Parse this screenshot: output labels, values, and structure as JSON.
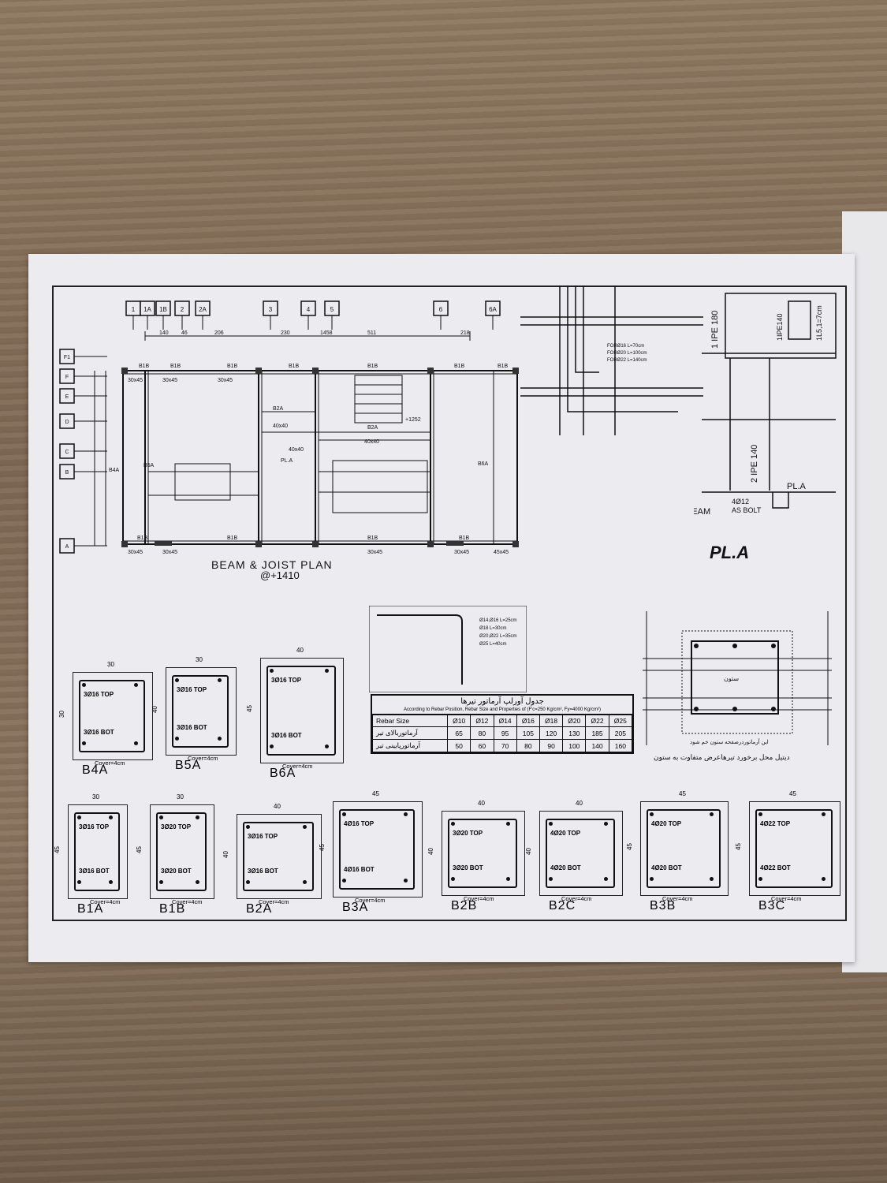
{
  "plan": {
    "title": "BEAM & JOIST PLAN",
    "elevation": "@+1410",
    "axes_top": [
      "1",
      "1A",
      "1B",
      "2",
      "2A",
      "3",
      "4",
      "5",
      "6",
      "6A"
    ],
    "axes_left": [
      "F1",
      "F",
      "E",
      "D",
      "C",
      "B",
      "A"
    ],
    "dims_top": [
      "140",
      "46",
      "206",
      "230",
      "1458",
      "511",
      "218"
    ],
    "beam_labels": [
      "B1B",
      "B1B",
      "B1B",
      "B1B",
      "B1B",
      "B1B",
      "B1B",
      "B2A",
      "B2A",
      "B1B",
      "B1B",
      "B1B",
      "B1B"
    ],
    "sizes": [
      "30x45",
      "30x45",
      "30x45",
      "40x40",
      "40x40",
      "40x40",
      "30x45",
      "30x45",
      "30x45",
      "30x45",
      "45x45"
    ],
    "misc": [
      "PL.A",
      "+1252",
      "B4A",
      "B6A",
      "B5A"
    ]
  },
  "detail_pla": {
    "title": "PL.A",
    "labels": {
      "ipe180": "1 IPE 180",
      "ipe140": "1IPE140",
      "l": "1L5,1=7cm",
      "ipe140b": "2 IPE 140",
      "pla": "PL.A",
      "beam": "BEAM",
      "bolt1": "4Ø12",
      "bolt2": "AS BOLT"
    },
    "for_lines": [
      "FORØ16 L=70cm",
      "FORØ20 L=100cm",
      "FORØ22 L=140cm"
    ]
  },
  "bend": {
    "lines": [
      "Ø14,Ø16 L=25cm",
      "Ø18 L=30cm",
      "Ø20,Ø22 L=35cm",
      "Ø25 L=40cm"
    ]
  },
  "rebar_table": {
    "title": "جدول آورلپ آرماتور تیرها",
    "subtitle": "According to Rebar Position, Rebar Size and Properties of (F'c=250 Kg/cm², Fy=4000 Kg/cm²)",
    "header": [
      "Rebar Size",
      "Ø10",
      "Ø12",
      "Ø14",
      "Ø16",
      "Ø18",
      "Ø20",
      "Ø22",
      "Ø25"
    ],
    "rows": [
      {
        "label": "آرماتوربالای تیر",
        "values": [
          "65",
          "80",
          "95",
          "105",
          "120",
          "130",
          "185",
          "205"
        ]
      },
      {
        "label": "آرماتورپایینی تیر",
        "values": [
          "50",
          "60",
          "70",
          "80",
          "90",
          "100",
          "140",
          "160"
        ]
      }
    ]
  },
  "column_detail": {
    "label": "ستون",
    "caption": "دیتیل محل برخورد تیرهاعرض متفاوت به ستون",
    "note": "این آرماتوردرصفحه ستون خم شود"
  },
  "sections_row1": [
    {
      "name": "B4A",
      "w": "30",
      "h": "30",
      "top": "3Ø16 TOP",
      "bot": "3Ø16 BOT",
      "cover": "Cover=4cm"
    },
    {
      "name": "B5A",
      "w": "30",
      "h": "40",
      "top": "3Ø16 TOP",
      "bot": "3Ø16 BOT",
      "cover": "Cover=4cm"
    },
    {
      "name": "B6A",
      "w": "40",
      "h": "45",
      "top": "3Ø16 TOP",
      "bot": "3Ø16 BOT",
      "cover": "Cover=4cm"
    }
  ],
  "sections_row2": [
    {
      "name": "B1A",
      "w": "30",
      "h": "45",
      "top": "3Ø16 TOP",
      "bot": "3Ø16 BOT",
      "cover": "Cover=4cm"
    },
    {
      "name": "B1B",
      "w": "30",
      "h": "45",
      "top": "3Ø20 TOP",
      "bot": "3Ø20 BOT",
      "cover": "Cover=4cm"
    },
    {
      "name": "B2A",
      "w": "40",
      "h": "40",
      "top": "3Ø16 TOP",
      "bot": "3Ø16 BOT",
      "cover": "Cover=4cm"
    },
    {
      "name": "B3A",
      "w": "45",
      "h": "45",
      "top": "4Ø16 TOP",
      "bot": "4Ø16 BOT",
      "cover": "Cover=4cm"
    },
    {
      "name": "B2B",
      "w": "40",
      "h": "40",
      "top": "3Ø20 TOP",
      "bot": "3Ø20 BOT",
      "cover": "Cover=4cm"
    },
    {
      "name": "B2C",
      "w": "40",
      "h": "40",
      "top": "4Ø20 TOP",
      "bot": "4Ø20 BOT",
      "cover": "Cover=4cm"
    },
    {
      "name": "B3B",
      "w": "45",
      "h": "45",
      "top": "4Ø20 TOP",
      "bot": "4Ø20 BOT",
      "cover": "Cover=4cm"
    },
    {
      "name": "B3C",
      "w": "45",
      "h": "45",
      "top": "4Ø22 TOP",
      "bot": "4Ø22 BOT",
      "cover": "Cover=4cm"
    }
  ]
}
